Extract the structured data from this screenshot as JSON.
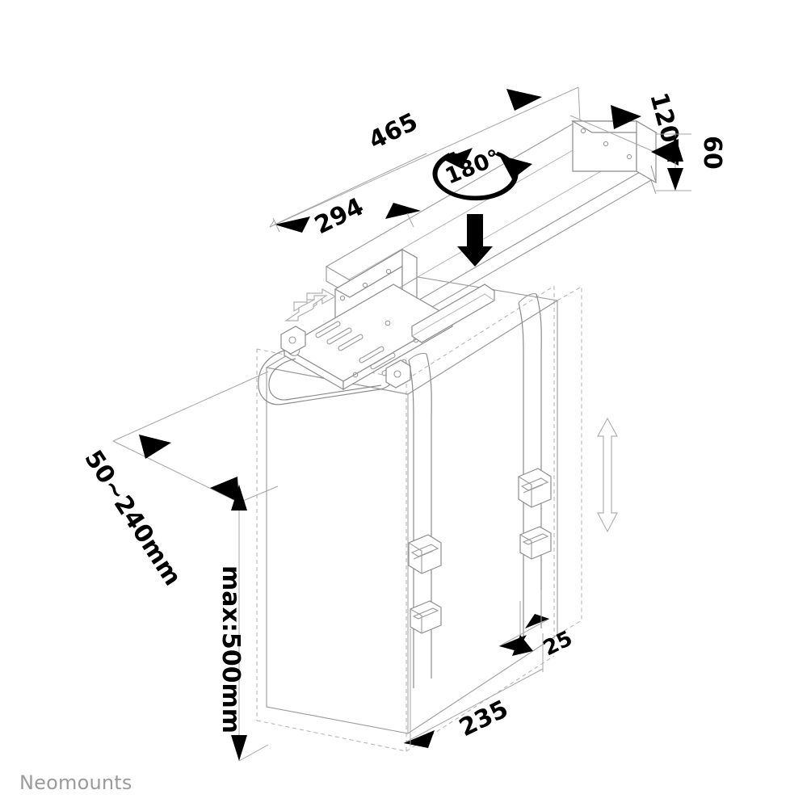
{
  "document": {
    "type": "technical-product-dimension-drawing",
    "brand": "Neomounts",
    "background_color": "#ffffff",
    "line_color": "#9a9a9a",
    "label_color": "#000000",
    "brand_color": "#9b9b9b"
  },
  "dimensions": {
    "length_465": "465",
    "length_294": "294",
    "width_120": "120",
    "height_60": "60",
    "depth_25": "25",
    "depth_235": "235",
    "clamp_range": "50~240mm",
    "max_height": "max:500mm"
  },
  "annotations": {
    "rotation": "180°",
    "insert_arrow": "down-insert-arrow",
    "slide_arrow": "horizontal-slide-arrow",
    "vertical_arrow": "vertical-adjust-arrow"
  },
  "parts": {
    "upper_rail": "under-desk-mounting-rail",
    "end_bracket": "end-bracket-plate",
    "slide_plate": "slotted-slide-plate",
    "clamp_bracket": "adjustable-clamp-bracket",
    "cpu_tower": "cpu-tower-outline",
    "strap_front": "front-securing-strap",
    "strap_rear": "rear-securing-strap",
    "buckle": "strap-buckle"
  }
}
